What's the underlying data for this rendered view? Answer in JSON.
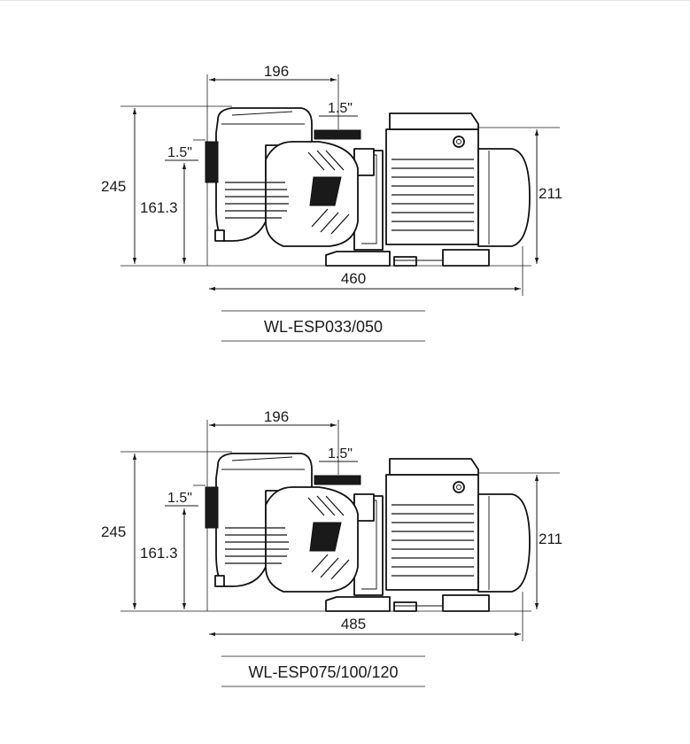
{
  "views": [
    {
      "dims": {
        "top_width": "196",
        "outlet": "1.5\"",
        "inlet": "1.5\"",
        "total_height": "245",
        "inlet_height": "161.3",
        "motor_height": "211",
        "total_length": "460"
      },
      "model": "WL-ESP033/050"
    },
    {
      "dims": {
        "top_width": "196",
        "outlet": "1.5\"",
        "inlet": "1.5\"",
        "total_height": "245",
        "inlet_height": "161.3",
        "motor_height": "211",
        "total_length": "485"
      },
      "model": "WL-ESP075/100/120"
    }
  ]
}
